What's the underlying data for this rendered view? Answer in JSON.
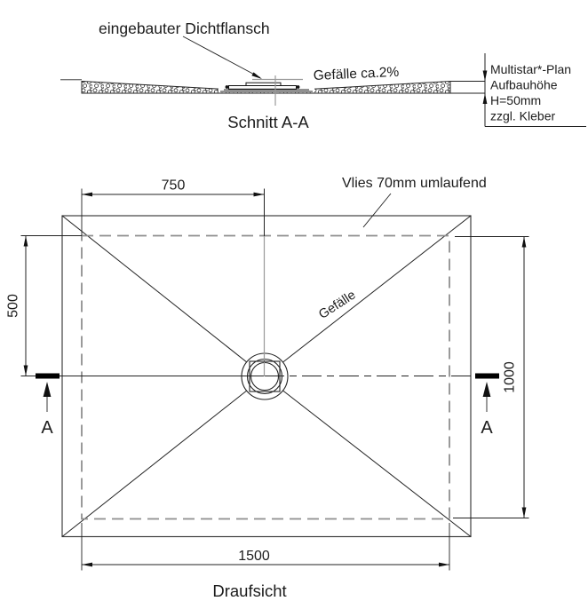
{
  "section_view": {
    "flange_label": "eingebauter Dichtflansch",
    "slope_label": "Gefälle ca.2%",
    "caption": "Schnitt A-A",
    "height_note": [
      "Multistar*-Plan",
      "Aufbauhöhe",
      "H=50mm",
      "zzgl. Kleber"
    ]
  },
  "plan_view": {
    "vlies_label": "Vlies 70mm umlaufend",
    "slope_label": "Gefälle",
    "caption": "Draufsicht",
    "section_marker": "A",
    "dimensions": {
      "half_width_mm": "750",
      "half_height_mm": "500",
      "width_mm": "1500",
      "height_mm": "1000"
    }
  },
  "colors": {
    "line": "#222222",
    "dashed_board_edge": "#8f8f8f",
    "centerline_gray": "#9a9a9a",
    "background": "#ffffff"
  }
}
